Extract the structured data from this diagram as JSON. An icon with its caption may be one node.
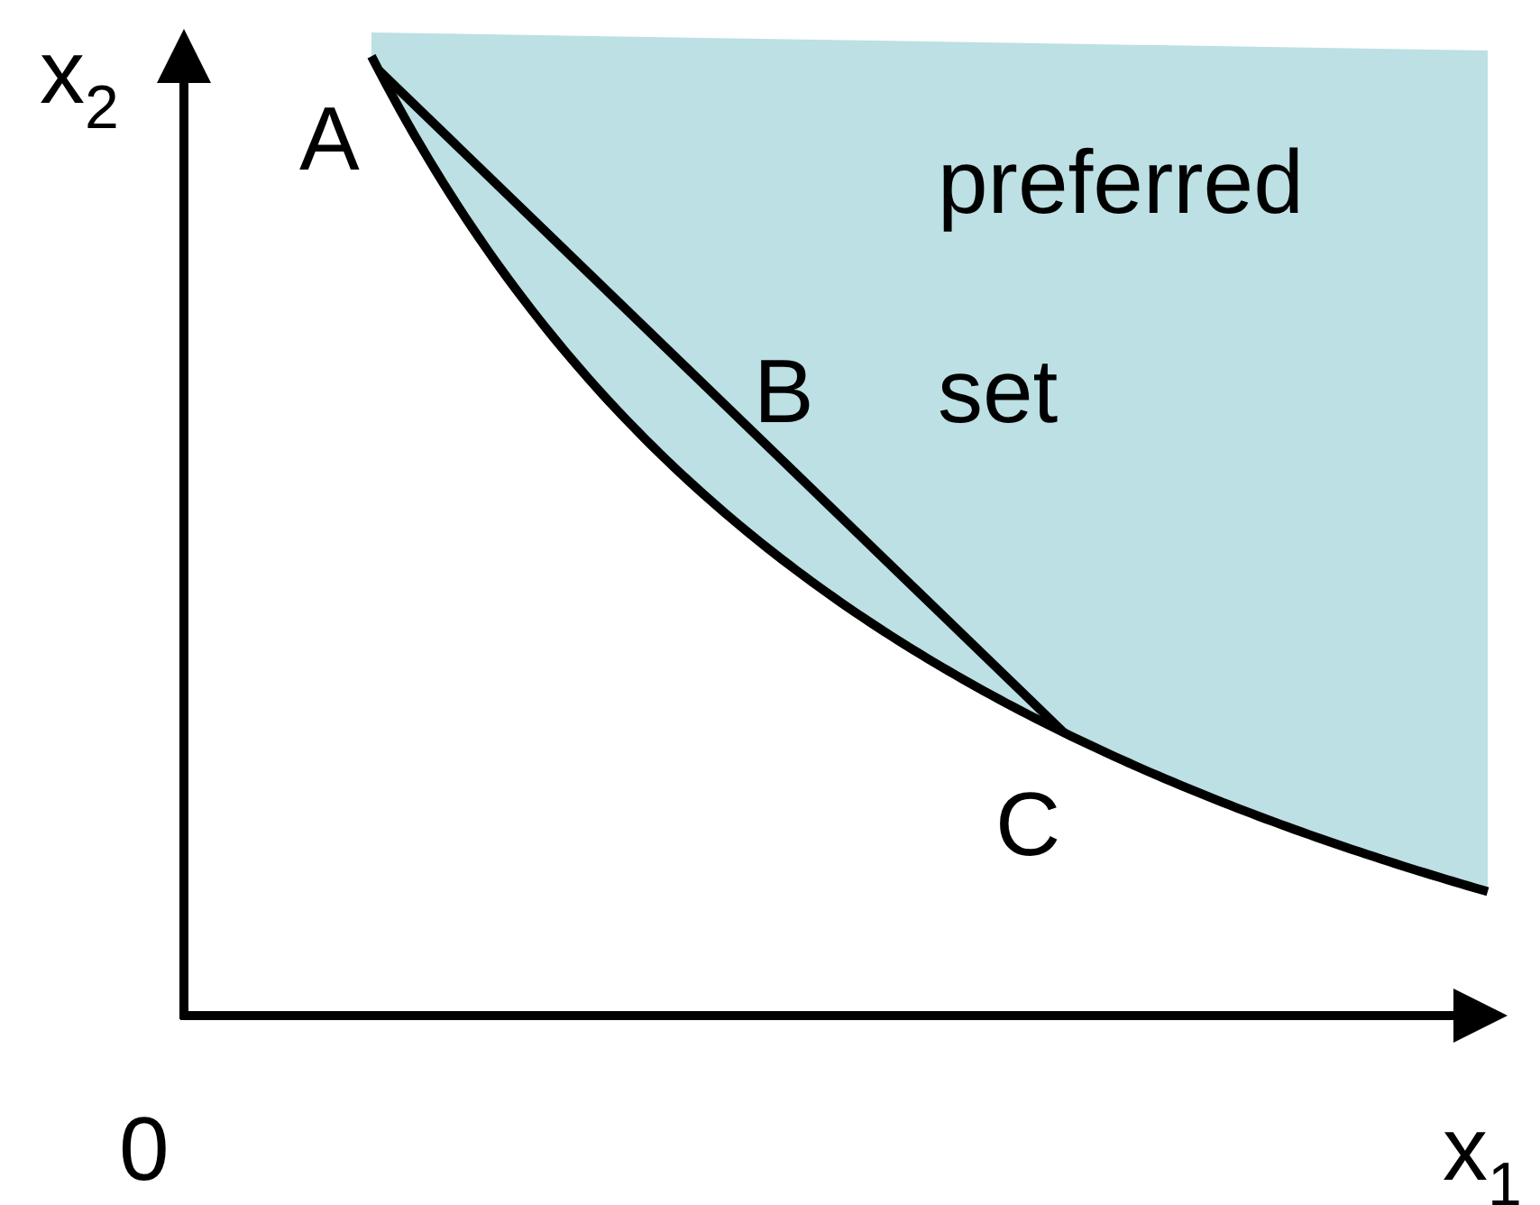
{
  "diagram": {
    "labels": [
      "x$_{2}$",
      "A",
      "preferred",
      "B",
      "set",
      "C",
      "0",
      "x$_{1}$"
    ]
  }
}
